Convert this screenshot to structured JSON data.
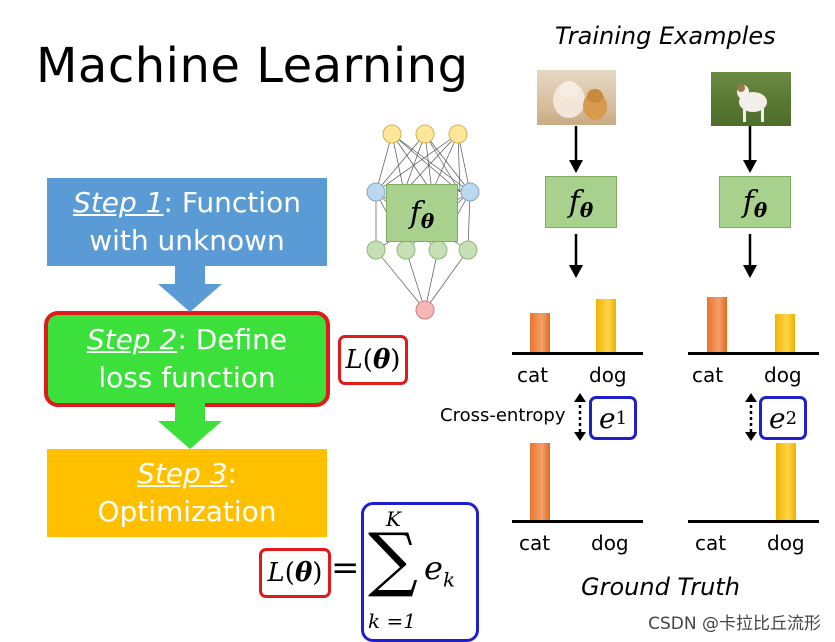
{
  "title": "Machine Learning",
  "steps": [
    {
      "num": "Step 1",
      "suffix": ": Function",
      "line2": "with unknown"
    },
    {
      "num": "Step 2",
      "suffix": ": Define",
      "line2": "loss function"
    },
    {
      "num": "Step 3",
      "suffix": ":",
      "line2": "Optimization"
    }
  ],
  "training_examples": "Training Examples",
  "ground_truth": "Ground Truth",
  "loss_label": {
    "L": "L",
    "theta": "θ"
  },
  "cross_entropy": "Cross-entropy",
  "errors": {
    "e1": "e",
    "e1_sub": "1",
    "e2": "e",
    "e2_sub": "2"
  },
  "categories": {
    "cat": "cat",
    "dog": "dog"
  },
  "formula": {
    "sum_top": "K",
    "sum_bottom": "k =1",
    "sigma": "∑",
    "term": "e",
    "term_sub": "k",
    "equals": "="
  },
  "func_symbol": "f",
  "func_sub": "θ",
  "credit": "CSDN @卡拉比丘流形",
  "colors": {
    "blue_step": "#5b9bd5",
    "green_step": "#3be03b",
    "yellow_step": "#ffc000",
    "red_border": "#e01a1a",
    "blue_border": "#1f1fd0"
  }
}
